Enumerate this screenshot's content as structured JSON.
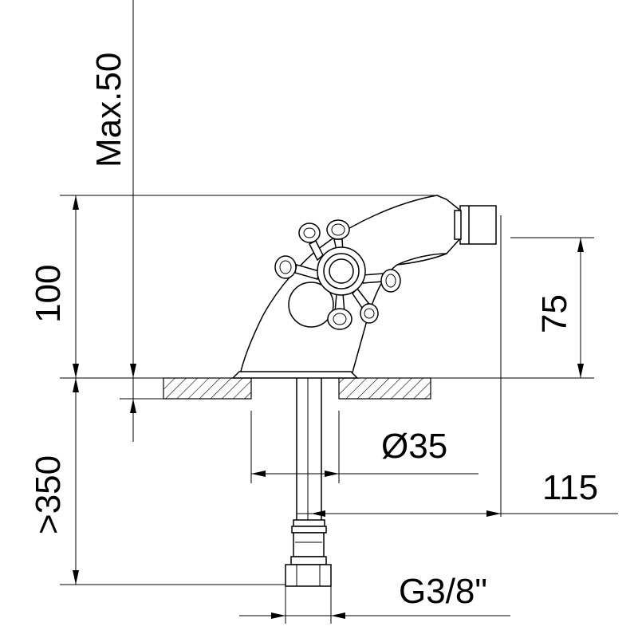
{
  "dimensions": {
    "max_height": "Max.50",
    "height": "100",
    "spout_height": "75",
    "min_length": ">350",
    "diameter": "Ø35",
    "reach": "115",
    "thread": "G3/8\""
  }
}
